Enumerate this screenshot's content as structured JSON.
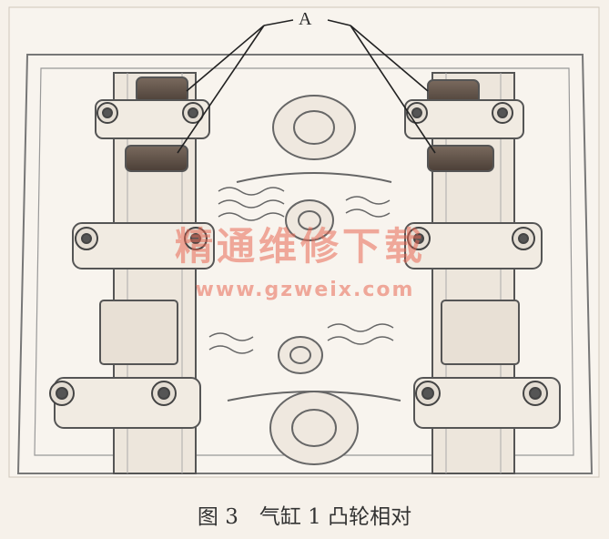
{
  "diagram": {
    "callout_label": "A",
    "watermark_text": "精通维修下载",
    "watermark_url": "www.gzweix.com",
    "caption": "图 3　气缸 1 凸轮相对"
  }
}
